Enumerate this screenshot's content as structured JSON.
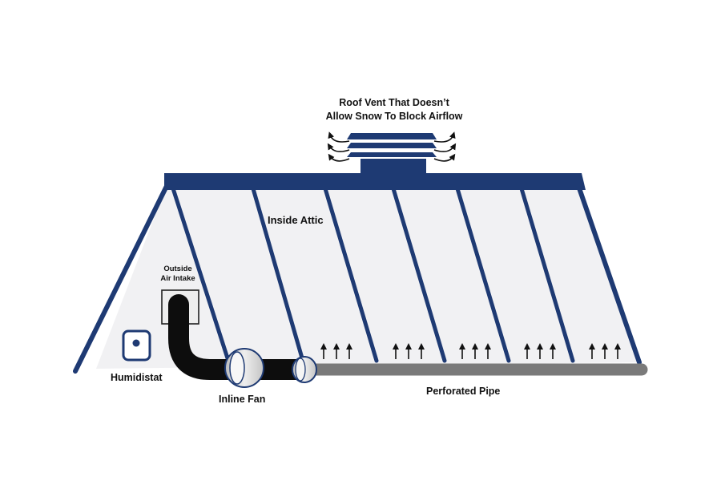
{
  "labels": {
    "roof_vent_line1": "Roof Vent That Doesn’t",
    "roof_vent_line2": "Allow Snow To Block Airflow",
    "inside_attic": "Inside Attic",
    "outside_air_intake_line1": "Outside",
    "outside_air_intake_line2": "Air Intake",
    "humidistat": "Humidistat",
    "inline_fan": "Inline Fan",
    "perforated_pipe": "Perforated Pipe"
  },
  "colors": {
    "navy": "#1e3a73",
    "attic_fill": "#f1f1f3",
    "duct": "#0d0d0d",
    "pipe": "#7a7a7a",
    "fan": "#dcdcdc",
    "text": "#111111"
  },
  "icons": {
    "airflow_arrow": "arrow-up-icon",
    "vent_airflow": "curved-arrow-icon",
    "humidistat": "humidistat-icon",
    "fan": "inline-fan-icon"
  }
}
